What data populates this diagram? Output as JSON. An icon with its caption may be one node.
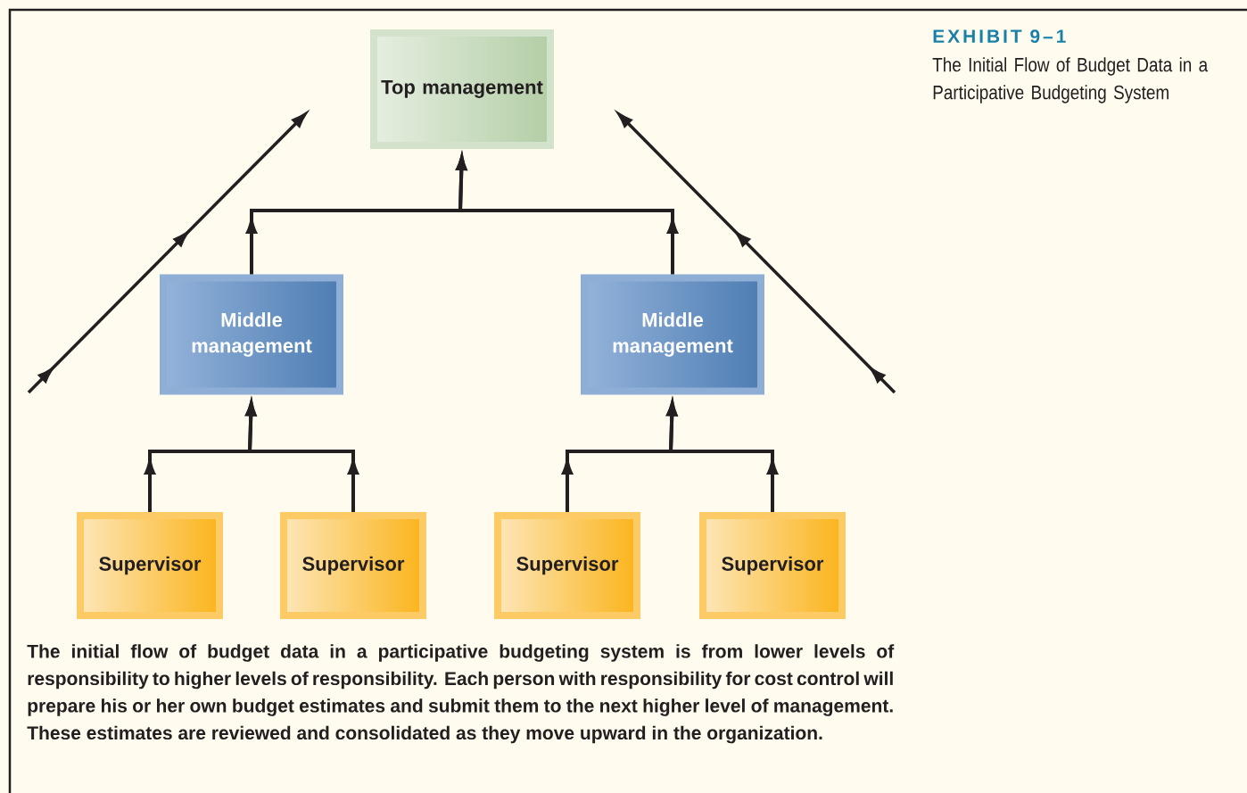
{
  "diagram": {
    "title": "EXHIBIT 9–1",
    "caption": "The initial flow of budget data in a participative budgeting system is from lower levels of responsibility to higher levels of responsibility. Each person with responsibility for cost control will prepare his or her own budget estimates and submit them to the next higher level of management. These estimates are reviewed and consolidated as they move upward in the organization.",
    "nodes": [
      {
        "text": [
          "Top management"
        ]
      },
      {
        "text": [
          "Middle management"
        ]
      },
      {
        "text": [
          "Middle management"
        ]
      },
      {
        "text": [
          "Supervisor"
        ]
      },
      {
        "text": [
          "Supervisor"
        ]
      },
      {
        "text": [
          "Supervisor"
        ]
      },
      {
        "text": [
          "Supervisor"
        ]
      }
    ],
    "edges": [
      {
        "from": 1,
        "to": 0,
        "arrow": "to"
      },
      {
        "from": 2,
        "to": 0,
        "arrow": "to"
      },
      {
        "from": 3,
        "to": 1,
        "arrow": "to"
      },
      {
        "from": 4,
        "to": 1,
        "arrow": "to"
      },
      {
        "from": 5,
        "to": 2,
        "arrow": "to"
      },
      {
        "from": 6,
        "to": 2,
        "arrow": "to"
      }
    ],
    "labels": [
      "The Initial Flow of Budget Data in a Participative Budgeting System"
    ]
  }
}
